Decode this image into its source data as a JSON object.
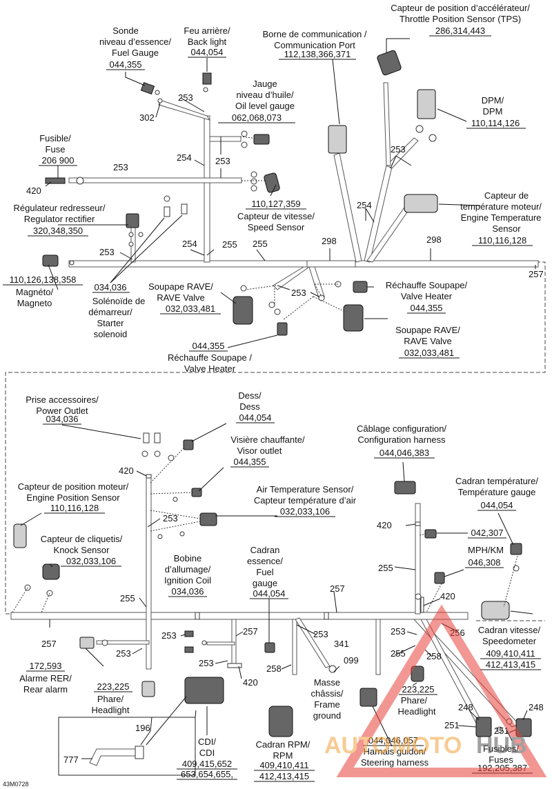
{
  "doc_code": "43M0728",
  "watermark": {
    "brand_a": "AUTO",
    "brand_b": "MOTO",
    "brand_c": "HUB"
  },
  "top": {
    "tps": {
      "l1": "Capteur de position d’accélérateur/",
      "l2": "Throttle Position Sensor (TPS)",
      "num": "286,314,443"
    },
    "comm": {
      "l1": "Borne de communication /",
      "l2": "Communication Port",
      "num": "112,138,366,371"
    },
    "fuel_gauge": {
      "l1": "Sonde",
      "l2": "niveau d’essence/",
      "l3": "Fuel Gauge",
      "num": "044,355"
    },
    "back_light": {
      "l1": "Feu arrière/",
      "l2": "Back light",
      "num": "044,054"
    },
    "oil": {
      "l1": "Jauge",
      "l2": "niveau d’huile/",
      "l3": "Oil level gauge",
      "num": "062,068,073"
    },
    "dpm": {
      "l1": "DPM/",
      "l2": "DPM",
      "num": "110,114,126"
    },
    "fuse": {
      "l1": "Fusible/",
      "l2": "Fuse",
      "num": "206 900"
    },
    "speed": {
      "num": "110,127,359",
      "l1": "Capteur de vitesse/",
      "l2": "Speed Sensor"
    },
    "engine_temp": {
      "l1": "Capteur de",
      "l2": "température moteur/",
      "l3": "Engine Temperature",
      "l4": "Sensor",
      "num": "110,116,128"
    },
    "regulator": {
      "l1": "Régulateur redresseur/",
      "l2": "Regulator rectifier",
      "num": "320,348,350"
    },
    "magneto": {
      "num": "110,126,138,358",
      "l1": "Magnéto/",
      "l2": "Magneto"
    },
    "starter": {
      "num": "034,036",
      "l1": "Solénoïde de",
      "l2": "démarreur/",
      "l3": "Starter",
      "l4": "solenoid"
    },
    "rave1": {
      "l1": "Soupape RAVE/",
      "l2": "RAVE Valve",
      "num": "032,033,481"
    },
    "valve_heater1": {
      "l1": "Réchauffe Soupape/",
      "l2": "Valve Heater",
      "num": "044,355"
    },
    "rave2": {
      "l1": "Soupape RAVE/",
      "l2": "RAVE Valve",
      "num": "032,033,481"
    },
    "valve_heater2": {
      "num": "044,355",
      "l1": "Réchauffe Soupape /",
      "l2": "Valve Heater"
    },
    "wires": {
      "w302": "302",
      "w253a": "253",
      "w254a": "254",
      "w253b": "253",
      "w253c": "253",
      "w420": "420",
      "w253d": "253",
      "w254b": "254",
      "w255a": "255",
      "w255b": "255",
      "w298a": "298",
      "w298b": "298",
      "w254c": "254",
      "w253e": "253",
      "w253f": "253",
      "w257": "257"
    }
  },
  "bottom": {
    "outlet": {
      "l1": "Prise accessoires/",
      "l2": "Power Outlet",
      "num": "034,036"
    },
    "dess": {
      "l1": "Dess/",
      "l2": "Dess",
      "num": "044,054"
    },
    "visor": {
      "l1": "Visière chauffante/",
      "l2": "Visor outlet",
      "num": "044,355"
    },
    "config": {
      "l1": "Câblage configuration/",
      "l2": "Configuration harness",
      "num": "044,046,383"
    },
    "engine_pos": {
      "l1": "Capteur de position moteur/",
      "l2": "Engine Position Sensor",
      "num": "110,116,128"
    },
    "air_temp": {
      "l1": "Air Temperature Sensor/",
      "l2": "Capteur température d’air",
      "num": "032,033,106"
    },
    "temp_gauge": {
      "l1": "Cadran température/",
      "l2": "Température gauge",
      "num": "044,054"
    },
    "knock": {
      "l1": "Capteur de cliquetis/",
      "l2": "Knock Sensor",
      "num": "032,033,106"
    },
    "sensor_042": {
      "num": "042,307"
    },
    "mph": {
      "l1": "MPH/KM",
      "num": "046,308"
    },
    "coil": {
      "l1": "Bobine",
      "l2": "d’allumage/",
      "l3": "Ignition Coil",
      "num": "034,036"
    },
    "fuel_dial": {
      "l1": "Cadran",
      "l2": "essence/",
      "l3": "Fuel",
      "l4": "gauge",
      "num": "044,054"
    },
    "speedometer": {
      "l1": "Cadran vitesse/",
      "l2": "Speedometer",
      "num1": "409,410,411",
      "num2": "412,413,415"
    },
    "rear_alarm": {
      "num": "172,593",
      "l1": "Alarme RER/",
      "l2": "Rear alarm"
    },
    "headlight1": {
      "num": "223,225",
      "l1": "Phare/",
      "l2": "Headlight"
    },
    "frame_ground": {
      "l1": "Masse",
      "l2": "châssis/",
      "l3": "Frame",
      "l4": "ground"
    },
    "headlight2": {
      "num": "223,225",
      "l1": "Phare/",
      "l2": "Headlight"
    },
    "cdi": {
      "l1": "CDI/",
      "l2": "CDI",
      "num1": "409,415,652",
      "num2": "653,654,655,"
    },
    "rpm": {
      "l1": "Cadran RPM/",
      "l2": "RPM",
      "num1": "409,410,411",
      "num2": "412,413,415"
    },
    "steering": {
      "num": "044,046,057",
      "l1": "Harnais guidon/",
      "l2": "Steering harness"
    },
    "fuses": {
      "l1": "Fusibles/",
      "l2": "Fuses",
      "num": "192,205,387"
    },
    "wires": {
      "w420a": "420",
      "w253a": "253",
      "w255a": "255",
      "w257a": "257",
      "w420b": "420",
      "w255b": "255",
      "w420c": "420",
      "w257b": "257",
      "w253b": "253",
      "w253c": "253",
      "w257c": "257",
      "w253d": "253",
      "w253e": "253",
      "w341": "341",
      "w099": "099",
      "w420d": "420",
      "w258a": "258",
      "w253f": "253",
      "w256": "256",
      "w255c": "255",
      "w258b": "258",
      "w248a": "248",
      "w248b": "248",
      "w251a": "251",
      "w251b": "251",
      "w196": "196",
      "w777": "777"
    }
  }
}
